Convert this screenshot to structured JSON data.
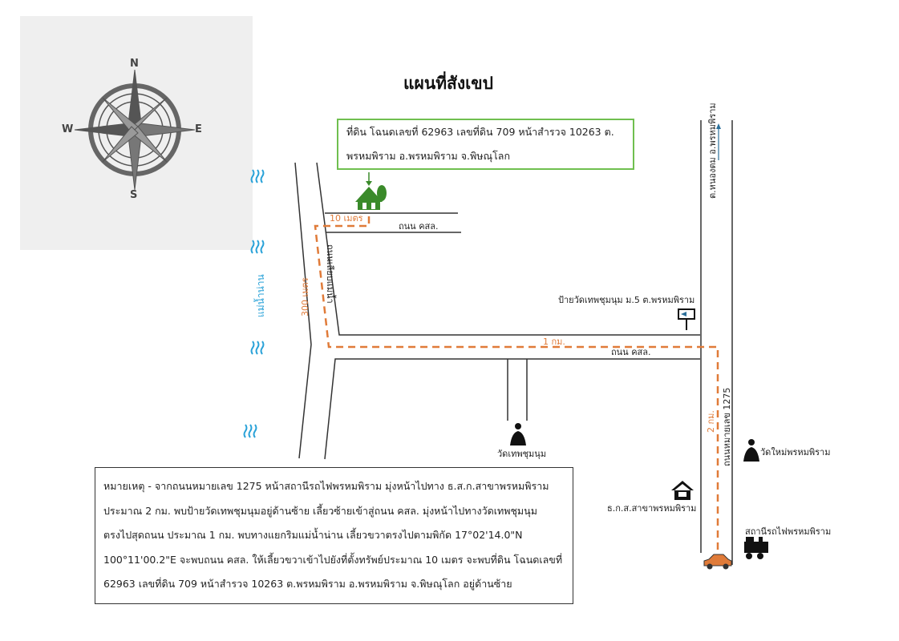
{
  "title": "แผนที่สังเขป",
  "compass": {
    "n": "N",
    "s": "S",
    "e": "E",
    "w": "W"
  },
  "parcel": {
    "line1": "ที่ดิน โฉนดเลขที่ 62963 เลขที่ดิน 709 หน้าสำรวจ 10263 ต.",
    "line2": "พรหมพิราม อ.พรหมพิราม จ.พิษณุโลก"
  },
  "labels": {
    "road_top": "ถนน คสล.",
    "road_main": "ถนน คสล.",
    "road_left": "ถนนเลียบแม่น้ำ",
    "river": "แม่น้ำน่าน",
    "highway": "ถนนหมายเลข 1275",
    "north_direction": "ต.หนองตม อ.พรหมพิราม",
    "sign": "ป้ายวัดเทพชุมนุม ม.5 ต.พรหมพิราม",
    "temple1": "วัดเทพชุมนุม",
    "temple2": "วัดใหม่พรหมพิราม",
    "bank": "ธ.ก.ส.สาขาพรหมพิราม",
    "station": "สถานีรถไฟพรหมพิราม"
  },
  "distances": {
    "d10": "10 เมตร",
    "d300": "300 เมตร",
    "d1km": "1 กม.",
    "d2km": "2 กม."
  },
  "note": {
    "lines": [
      "หมายเหตุ - จากถนนหมายเลข 1275 หน้าสถานีรถไฟพรหมพิราม มุ่งหน้าไปทาง ธ.ส.ก.สาขาพรหมพิราม",
      "ประมาณ 2 กม. พบป้ายวัดเทพชุมนุมอยู่ด้านซ้าย เลี้ยวซ้ายเข้าสู่ถนน คสล. มุ่งหน้าไปทางวัดเทพชุมนุม",
      "ตรงไปสุดถนน ประมาณ 1 กม. พบทางแยกริมแม่น้ำน่าน เลี้ยวขวาตรงไปตามพิกัด 17°02'14.0\"N",
      "100°11'00.2\"E จะพบถนน คสล. ให้เลี้ยวขวาเข้าไปยังที่ตั้งทรัพย์ประมาณ 10 เมตร จะพบที่ดิน โฉนดเลขที่",
      "62963 เลขที่ดิน 709 หน้าสำรวจ 10263 ต.พรหมพิราม อ.พรหมพิราม จ.พิษณุโลก อยู่ด้านซ้าย"
    ]
  },
  "colors": {
    "route": "#e07b39",
    "parcel_border": "#6fbf4f",
    "river": "#2aa2d8",
    "house": "#3a8a2a"
  }
}
